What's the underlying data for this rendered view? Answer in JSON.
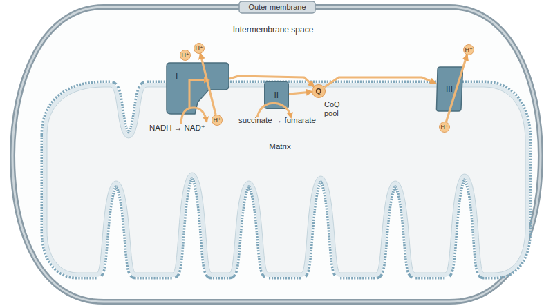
{
  "diagram": {
    "nodes": [
      {
        "text": [
          "H⁺"
        ]
      },
      {
        "text": [
          "H⁺"
        ]
      },
      {
        "text": [
          "H⁺"
        ]
      },
      {
        "text": [
          "I"
        ]
      },
      {
        "text": [
          "II"
        ]
      },
      {
        "text": [
          "Q"
        ]
      },
      {
        "text": [
          "III"
        ]
      },
      {
        "text": [
          "H⁺"
        ]
      },
      {
        "text": [
          "H⁺"
        ]
      }
    ],
    "edges": [
      {
        "from": 3,
        "to": 5,
        "arrow": "to"
      },
      {
        "from": 4,
        "to": 5,
        "arrow": "to"
      },
      {
        "from": 5,
        "to": 6,
        "arrow": "to"
      },
      {
        "from": 7,
        "to": 1,
        "arrow": "to"
      },
      {
        "from": 8,
        "to": 2,
        "arrow": "to"
      }
    ],
    "labels": [
      "Outer membrane",
      "Intermembrane space",
      "CoQ pool",
      "NADH → NAD⁺",
      "succinate → fumarate",
      "Matrix"
    ]
  }
}
